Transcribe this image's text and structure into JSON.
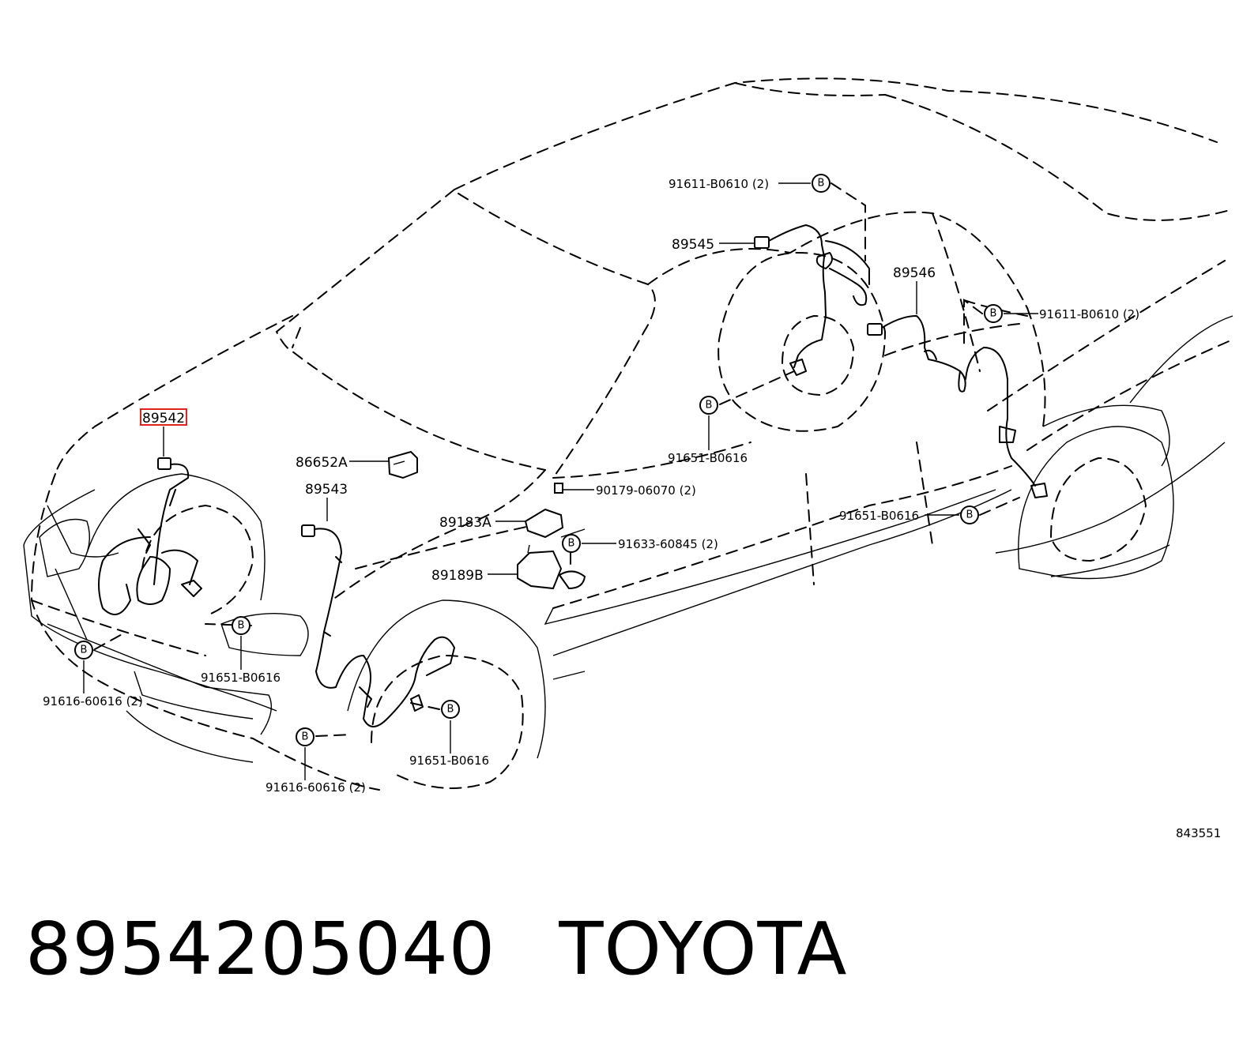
{
  "diagram": {
    "labels": {
      "p89542": "89542",
      "p89543": "89543",
      "p89545": "89545",
      "p89546": "89546",
      "p86652A": "86652A",
      "p89183A": "89183A",
      "p89189B": "89189B",
      "p90179": "90179-06070 (2)",
      "p91633": "91633-60845 (2)",
      "p91611_top": "91611-B0610 (2)",
      "p91611_right": "91611-B0610 (2)",
      "p91651_mid": "91651-B0616",
      "p91651_right": "91651-B0616",
      "p91651_left": "91651-B0616",
      "p91651_front": "91651-B0616",
      "p91616_left": "91616-60616 (2)",
      "p91616_bottom": "91616-60616 (2)",
      "bolt_marker": "B",
      "figure_number": "843551"
    },
    "highlight_color": "#e0241b"
  },
  "caption": {
    "part_number": "8954205040",
    "brand": "TOYOTA"
  }
}
